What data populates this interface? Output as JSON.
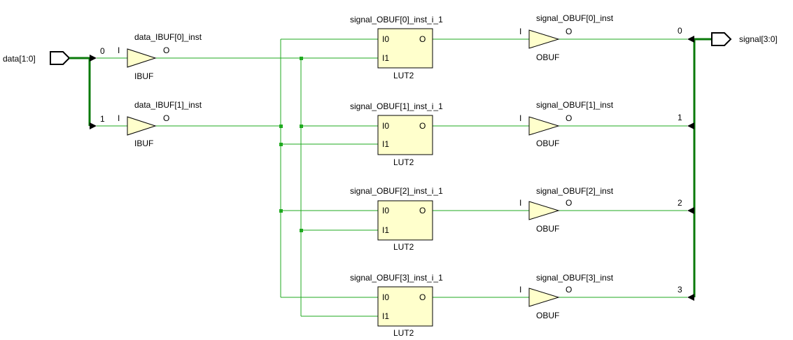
{
  "ports": {
    "input": "data[1:0]",
    "output": "signal[3:0]"
  },
  "input_bits": [
    "0",
    "1"
  ],
  "output_bits": [
    "0",
    "1",
    "2",
    "3"
  ],
  "ibufs": [
    {
      "name": "data_IBUF[0]_inst",
      "type": "IBUF",
      "in": "I",
      "out": "O"
    },
    {
      "name": "data_IBUF[1]_inst",
      "type": "IBUF",
      "in": "I",
      "out": "O"
    }
  ],
  "luts": [
    {
      "name": "signal_OBUF[0]_inst_i_1",
      "type": "LUT2",
      "i0": "I0",
      "i1": "I1",
      "o": "O"
    },
    {
      "name": "signal_OBUF[1]_inst_i_1",
      "type": "LUT2",
      "i0": "I0",
      "i1": "I1",
      "o": "O"
    },
    {
      "name": "signal_OBUF[2]_inst_i_1",
      "type": "LUT2",
      "i0": "I0",
      "i1": "I1",
      "o": "O"
    },
    {
      "name": "signal_OBUF[3]_inst_i_1",
      "type": "LUT2",
      "i0": "I0",
      "i1": "I1",
      "o": "O"
    }
  ],
  "obufs": [
    {
      "name": "signal_OBUF[0]_inst",
      "type": "OBUF",
      "in": "I",
      "out": "O"
    },
    {
      "name": "signal_OBUF[1]_inst",
      "type": "OBUF",
      "in": "I",
      "out": "O"
    },
    {
      "name": "signal_OBUF[2]_inst",
      "type": "OBUF",
      "in": "I",
      "out": "O"
    },
    {
      "name": "signal_OBUF[3]_inst",
      "type": "OBUF",
      "in": "I",
      "out": "O"
    }
  ],
  "colors": {
    "wire": "#1faa1f",
    "bus": "#0a7a0a",
    "cell_fill": "#ffffcc"
  }
}
